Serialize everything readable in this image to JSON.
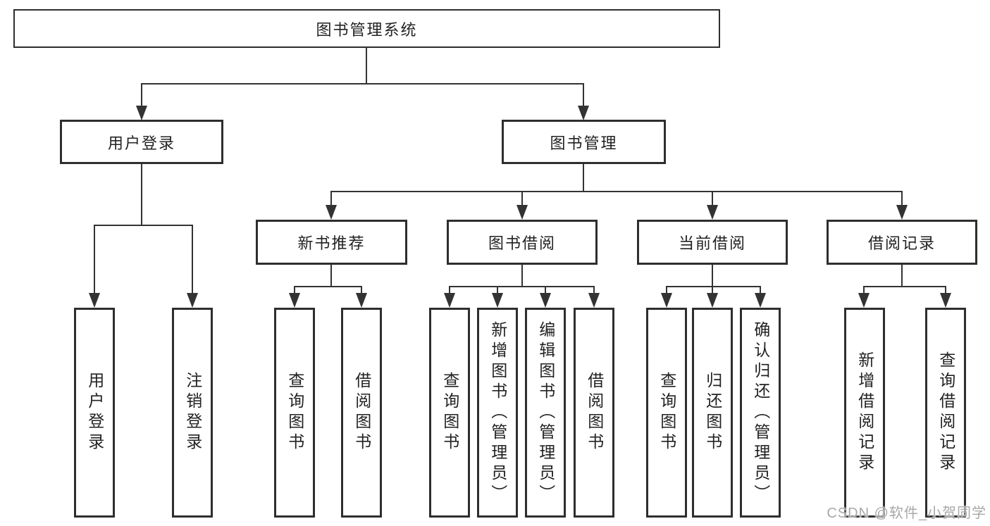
{
  "diagram": {
    "root": {
      "label": "图书管理系统"
    },
    "userLogin": {
      "label": "用户登录",
      "children": [
        {
          "label": "用户登录"
        },
        {
          "label": "注销登录"
        }
      ]
    },
    "bookMgmt": {
      "label": "图书管理",
      "children": [
        {
          "label": "新书推荐",
          "children": [
            {
              "label": "查询图书"
            },
            {
              "label": "借阅图书"
            }
          ]
        },
        {
          "label": "图书借阅",
          "children": [
            {
              "label": "查询图书"
            },
            {
              "label": "新增图书（管理员）"
            },
            {
              "label": "编辑图书（管理员）"
            },
            {
              "label": "借阅图书"
            }
          ]
        },
        {
          "label": "当前借阅",
          "children": [
            {
              "label": "查询图书"
            },
            {
              "label": "归还图书"
            },
            {
              "label": "确认归还（管理员）"
            }
          ]
        },
        {
          "label": "借阅记录",
          "children": [
            {
              "label": "新增借阅记录"
            },
            {
              "label": "查询借阅记录"
            }
          ]
        }
      ]
    }
  },
  "watermark": {
    "text": "CSDN @软件_小贺同学"
  },
  "colors": {
    "line": "#333333",
    "box_border": "#2e2e2e",
    "text": "#222222",
    "watermark": "#a8a8a8",
    "background": "#ffffff"
  }
}
